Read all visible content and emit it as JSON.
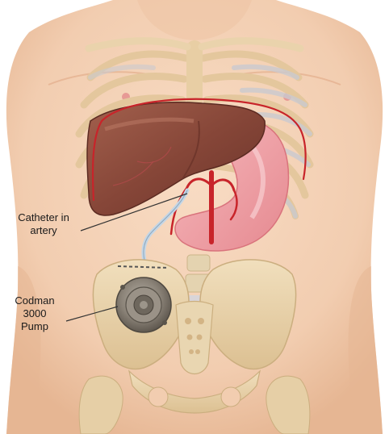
{
  "labels": {
    "catheter_line1": "Catheter in",
    "catheter_line2": "artery",
    "pump_line1": "Codman",
    "pump_line2": "3000",
    "pump_line3": "Pump"
  },
  "colors": {
    "skin": "#f4d3b8",
    "skin_shadow": "#e7b995",
    "bone": "#ead3ac",
    "bone_shadow": "#d7b88a",
    "liver": "#8a4b3f",
    "liver_highlight": "#a8644f",
    "stomach": "#f1a0a8",
    "artery_red": "#c8242a",
    "catheter": "#c4d6e6",
    "cartilage": "#c9c9cf",
    "pump": "#8c8479"
  },
  "icons": [
    "human-torso-illustration",
    "pump-device-icon"
  ]
}
